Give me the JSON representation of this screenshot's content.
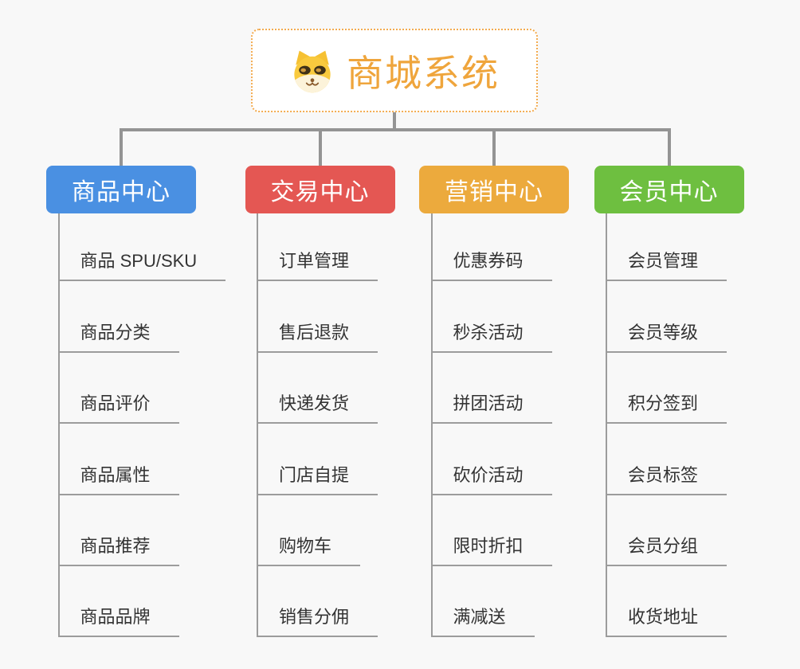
{
  "root": {
    "title": "商城系统",
    "icon": "dog-face-icon",
    "border_color": "#f3ab4f",
    "title_color": "#efa53c"
  },
  "connector_color": "#949494",
  "underline_color": "#9c9c9c",
  "background_color": "#f8f8f8",
  "branches": [
    {
      "label": "商品中心",
      "color": "#4a90e2",
      "items": [
        "商品 SPU/SKU",
        "商品分类",
        "商品评价",
        "商品属性",
        "商品推荐",
        "商品品牌"
      ]
    },
    {
      "label": "交易中心",
      "color": "#e45753",
      "items": [
        "订单管理",
        "售后退款",
        "快递发货",
        "门店自提",
        "购物车",
        "销售分佣"
      ]
    },
    {
      "label": "营销中心",
      "color": "#ecaa3d",
      "items": [
        "优惠券码",
        "秒杀活动",
        "拼团活动",
        "砍价活动",
        "限时折扣",
        "满减送"
      ]
    },
    {
      "label": "会员中心",
      "color": "#6ebf40",
      "items": [
        "会员管理",
        "会员等级",
        "积分签到",
        "会员标签",
        "会员分组",
        "收货地址"
      ]
    }
  ]
}
